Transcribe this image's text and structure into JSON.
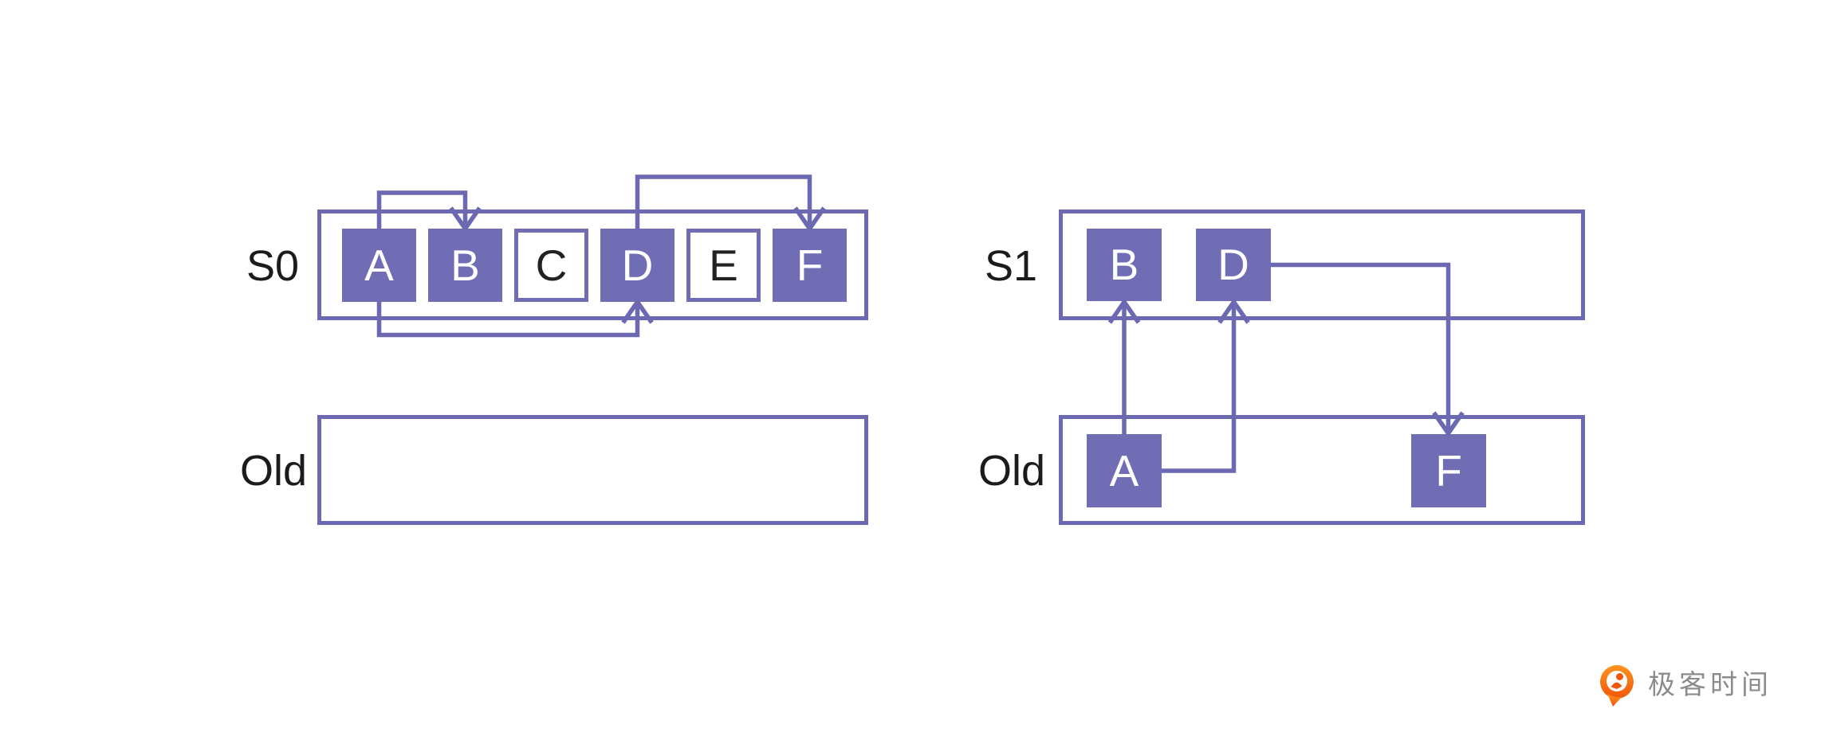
{
  "figure": {
    "left_diagram": {
      "s0_label": "S0",
      "old_label": "Old",
      "s0_boxes": [
        {
          "label": "A",
          "filled": true
        },
        {
          "label": "B",
          "filled": true
        },
        {
          "label": "C",
          "filled": false
        },
        {
          "label": "D",
          "filled": true
        },
        {
          "label": "E",
          "filled": false
        },
        {
          "label": "F",
          "filled": true
        }
      ],
      "old_boxes": [],
      "edges": [
        {
          "from": "A",
          "to": "B"
        },
        {
          "from": "D",
          "to": "F"
        },
        {
          "from": "A",
          "to": "D"
        }
      ]
    },
    "right_diagram": {
      "s1_label": "S1",
      "old_label": "Old",
      "s1_boxes": [
        {
          "label": "B",
          "filled": true
        },
        {
          "label": "D",
          "filled": true
        }
      ],
      "old_boxes": [
        {
          "label": "A",
          "filled": true
        },
        {
          "label": "F",
          "filled": true
        }
      ],
      "edges": [
        {
          "from": "A",
          "to": "B"
        },
        {
          "from": "A",
          "to": "D"
        },
        {
          "from": "D",
          "to": "F"
        }
      ]
    },
    "colors": {
      "purple_stroke": "#6c68b1",
      "purple_fill": "#716db5",
      "label_text": "#1b1b1b",
      "filled_box_text": "#ffffff",
      "hollow_box_text": "#222222"
    }
  },
  "logo": {
    "text": "极客时间",
    "text_color": "#8c8c8c",
    "icon_orange_top": "#ff9421",
    "icon_orange_bottom": "#f1570a"
  }
}
